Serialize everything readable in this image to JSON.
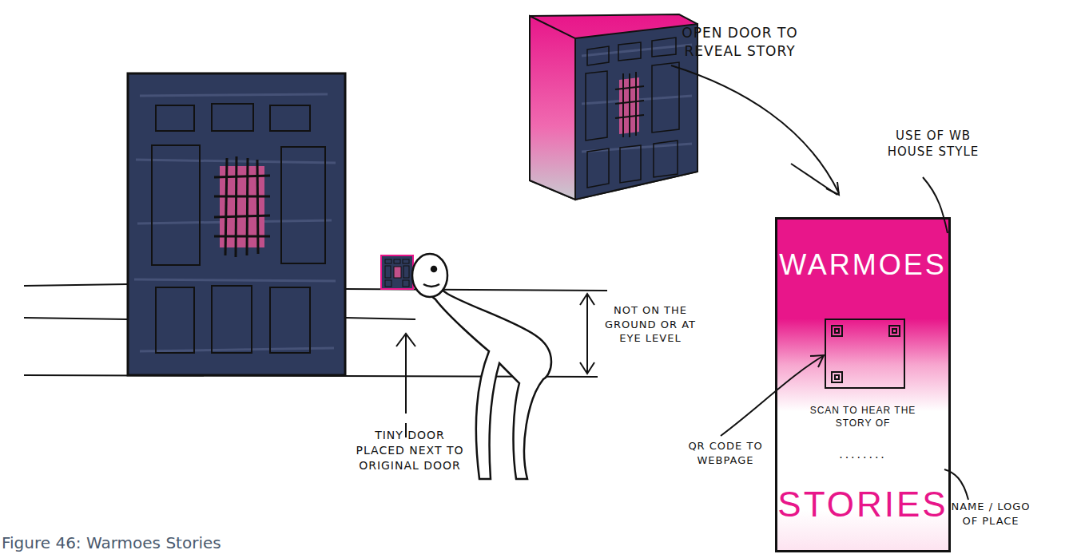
{
  "diagram": {
    "caption": "Figure 46: Warmoes Stories",
    "nodes": [
      {
        "text": [
          "WARMOES",
          "SCAN TO HEAR THE STORY OF",
          "........",
          "STORIES"
        ]
      }
    ],
    "labels": [
      "OPEN DOOR TO REVEAL STORY",
      "USE OF WB HOUSE STYLE",
      "NOT ON THE GROUND OR AT EYE LEVEL",
      "TINY DOOR PLACED NEXT TO ORIGINAL DOOR",
      "QR CODE TO WEBPAGE",
      "NAME / LOGO OF PLACE"
    ]
  }
}
